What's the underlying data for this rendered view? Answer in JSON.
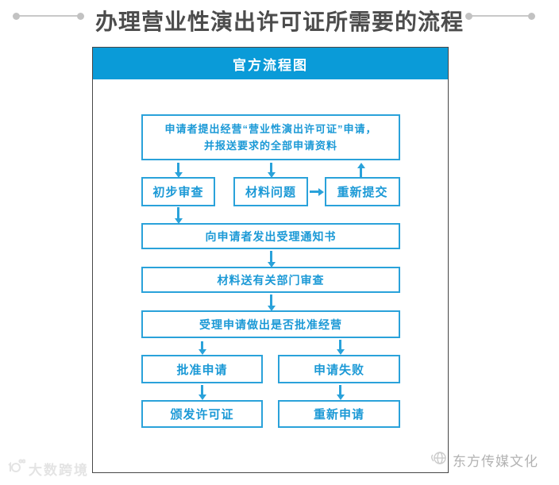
{
  "title": "办理营业性演出许可证所需要的流程",
  "flowchart": {
    "header": "官方流程图",
    "nodes": {
      "apply_line1": "申请者提出经营“营业性演出许可证”申请，",
      "apply_line2": "并报送要求的全部申请资料",
      "initial_review": "初步审查",
      "material_problem": "材料问题",
      "resubmit": "重新提交",
      "acceptance_notice": "向申请者发出受理通知书",
      "department_review": "材料送有关部门审查",
      "approval_decision": "受理申请做出是否批准经营",
      "approve": "批准申请",
      "fail": "申请失败",
      "issue_license": "颁发许可证",
      "reapply": "重新申请"
    }
  },
  "watermarks": {
    "bottom_left": "大数跨境",
    "bottom_right": "东方传媒文化"
  },
  "colors": {
    "header_blue": "#0a9bd8",
    "flow_blue": "#2aa2da",
    "title_gray": "#4c4c4c",
    "decoration_gray": "#c2c2c2",
    "watermark_left_gray": "#e4e4e4",
    "watermark_right_gray": "#b3b3b3"
  }
}
